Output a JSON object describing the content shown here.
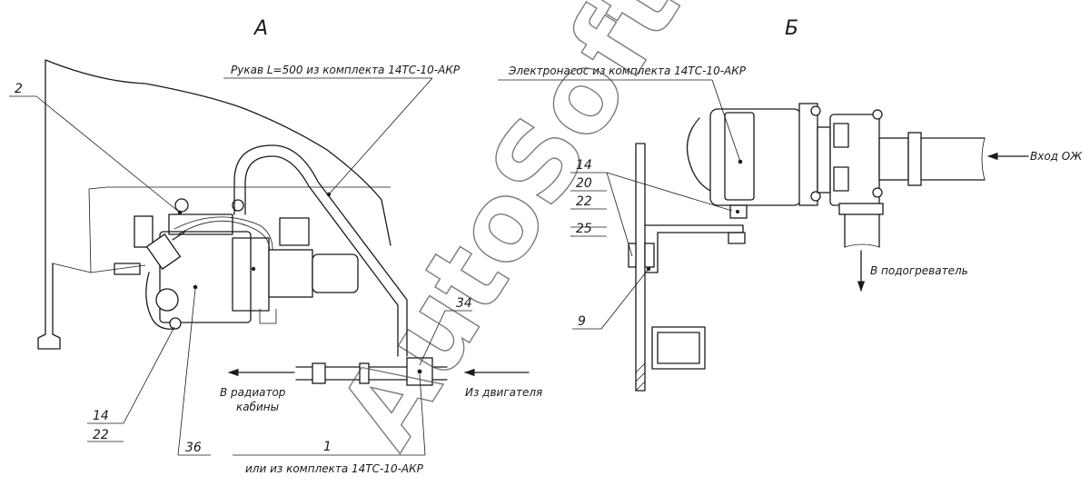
{
  "views": {
    "a": "А",
    "b": "Б"
  },
  "callouts": {
    "hose": "Рукав L=500 из комплекта 14ТС-10-АКР",
    "pump": "Электронасос из комплекта 14ТС-10-АКР",
    "alt": "или из комплекта 14ТС-10-АКР",
    "to_radiator_1": "В радиатор",
    "to_radiator_2": "кабины",
    "from_engine": "Из двигателя",
    "inlet": "Вход ОЖ",
    "to_heater": "В подогреватель"
  },
  "positions": {
    "p2": "2",
    "p14a": "14",
    "p22a": "22",
    "p36": "36",
    "p1": "1",
    "p34": "34",
    "p14b": "14",
    "p20": "20",
    "p22b": "22",
    "p25": "25",
    "p9": "9"
  },
  "watermark": "AutoSoft"
}
